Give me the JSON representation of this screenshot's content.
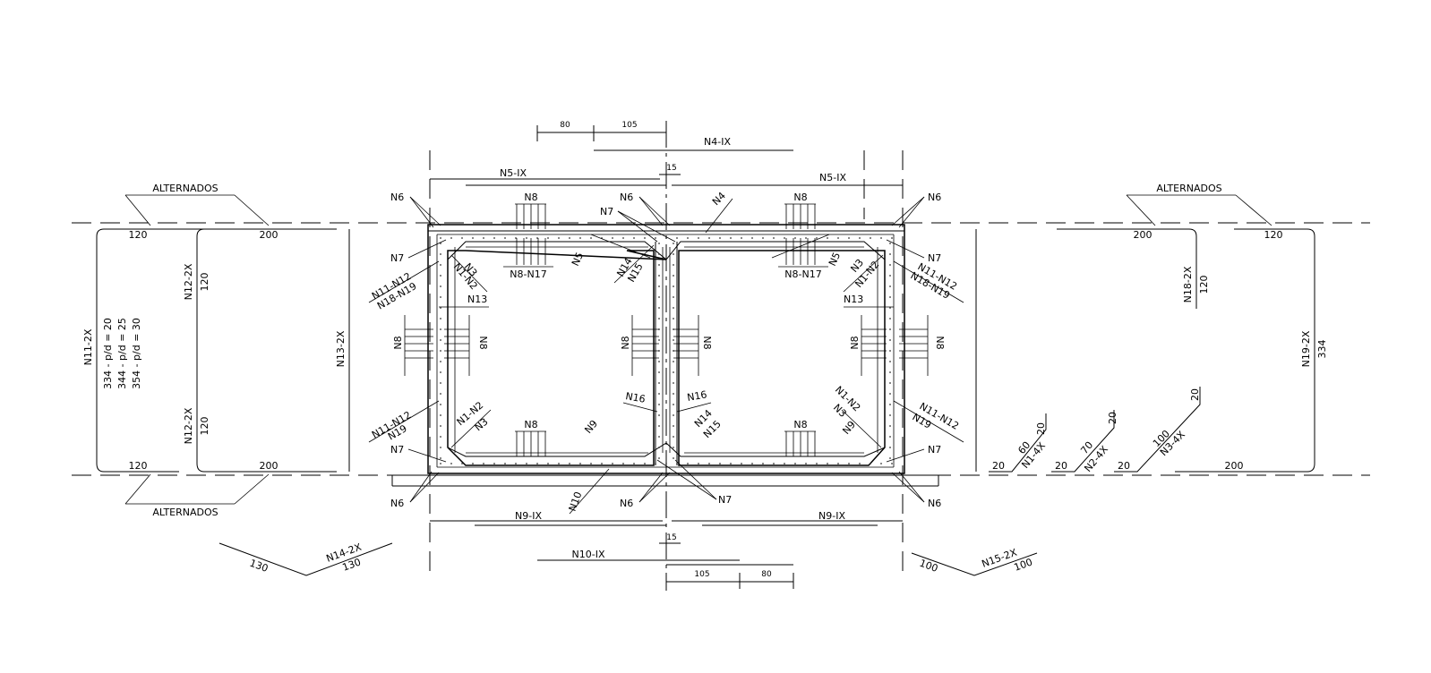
{
  "labels": {
    "alternados_tl": "ALTERNADOS",
    "alternados_bl": "ALTERNADOS",
    "alternados_tr": "ALTERNADOS",
    "l_120_top": "120",
    "l_200_top": "200",
    "l_120_bot": "120",
    "l_200_bot": "200",
    "l_n11": "N11-2X",
    "l_pd1": "334 - p/d = 20",
    "l_pd2": "344 - p/d = 25",
    "l_pd3": "354 - p/d = 30",
    "l_n12_top": "N12-2X",
    "l_n12_top_v": "120",
    "l_n12_bot": "N12-2X",
    "l_n12_bot_v": "120",
    "l_n13": "N13-2X",
    "r_200_top": "200",
    "r_120_top": "120",
    "r_n18": "N18-2X",
    "r_n18_v": "120",
    "r_n19": "N19-2X",
    "r_n19_v": "334",
    "r_200_bot": "200",
    "r_n1_20a": "20",
    "r_n1_60": "60",
    "r_n1_lbl": "N1-4X",
    "r_n1_20b": "20",
    "r_n2_20a": "20",
    "r_n2_70": "70",
    "r_n2_lbl": "N2-4X",
    "r_n2_20b": "20",
    "r_n3_20a": "20",
    "r_n3_100": "100",
    "r_n3_lbl": "N3-4X",
    "r_n3_20b": "20",
    "b_n14_130a": "130",
    "b_n14_lbl": "N14-2X",
    "b_n14_130b": "130",
    "b_n15_100a": "100",
    "b_n15_lbl": "N15-2X",
    "b_n15_100b": "100",
    "d_80_top": "80",
    "d_105_top": "105",
    "d_n4": "N4-IX",
    "d_15_top": "15",
    "d_n5_left": "N5-IX",
    "d_n5_right": "N5-IX",
    "d_n9_left": "N9-IX",
    "d_n9_right": "N9-IX",
    "d_15_bot": "15",
    "d_n10": "N10-IX",
    "d_105_bot": "105",
    "d_80_bot": "80",
    "c_n6_tl": "N6",
    "c_n6_tc": "N6",
    "c_n6_tr": "N6",
    "c_n6_bl": "N6",
    "c_n6_bc": "N6",
    "c_n6_br": "N6",
    "c_n7_tl": "N7",
    "c_n7_tc": "N7",
    "c_n7_tr": "N7",
    "c_n7_bl": "N7",
    "c_n7_bc": "N7",
    "c_n7_br": "N7",
    "c_n4": "N4",
    "c_n8_t1": "N8",
    "c_n8_t2": "N8",
    "c_n8n17_1": "N8-N17",
    "c_n8n17_2": "N8-N17",
    "c_n8_b1": "N8",
    "c_n8_b2": "N8",
    "c_n8_w1": "N8",
    "c_n8_w2": "N8",
    "c_n8_w3": "N8",
    "c_n8_w4": "N8",
    "c_n8_w5": "N8",
    "c_n8_w6": "N8",
    "c_n5_l": "N5",
    "c_n5_r": "N5",
    "c_n3_tl": "N3",
    "c_n12_tl": "N1-N2",
    "c_n3_tr": "N3",
    "c_n12_tr": "N1-N2",
    "c_n13_l": "N13",
    "c_n13_r": "N13",
    "c_n14_t": "N14",
    "c_n15_t": "N15",
    "c_n14_b": "N14",
    "c_n15_b": "N15",
    "c_n16_l": "N16",
    "c_n16_r": "N16",
    "c_n9_l": "N9",
    "c_n9_r": "N9",
    "c_n10": "N10",
    "c_n1112_tl": "N11-N12",
    "c_n1819_tl": "N18-N19",
    "c_n1112_tr": "N11-N12",
    "c_n1819_tr": "N18-N19",
    "c_n1112_bl": "N11-N12",
    "c_n19_bl": "N19",
    "c_n1112_br": "N11-N12",
    "c_n19_br": "N19",
    "c_n12_bl": "N1-N2",
    "c_n3_bl": "N3",
    "c_n12_br": "N1-N2",
    "c_n3_br": "N3"
  }
}
